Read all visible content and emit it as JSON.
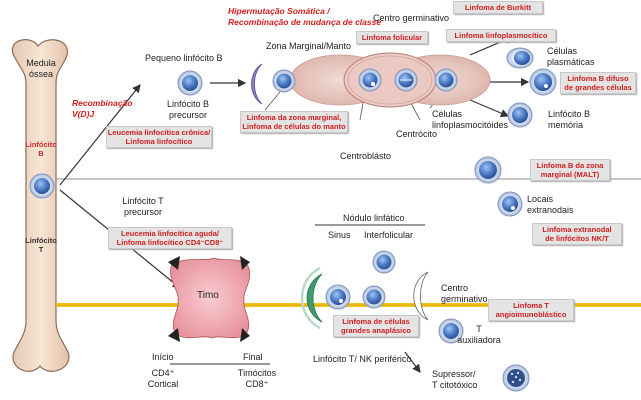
{
  "colors": {
    "box_text": "#d21e1e",
    "box_bg": "#e4e4e4",
    "bone": "#f1dac6",
    "cell_blue": "#3b67b5",
    "capsule": "#e9c9c2",
    "thymus": "#f3b1b8",
    "gold_line": "#f1c21b",
    "purple_cap": "#8a7fbf",
    "green_cap": "#3f9a6f"
  },
  "bone": {
    "title_line1": "Medula",
    "title_line2": "óssea",
    "label_b_line1": "Linfócito",
    "label_b_line2": "B",
    "label_t_line1": "Linfócito",
    "label_t_line2": "T"
  },
  "recombination": {
    "line1": "Recombinação",
    "line2": "V(D)J"
  },
  "hypermutation": {
    "line1": "Hipermutação Somática /",
    "line2": "Recombinação de mudança de classe"
  },
  "labels": {
    "centro_germinativo_top": "Centro germinativo",
    "pequeno_linfocito_b": "Pequeno linfócito B",
    "zona_marginal_manto": "Zona Marginal/Manto",
    "linfocito_b_precursor_1": "Linfócito B",
    "linfocito_b_precursor_2": "precursor",
    "celulas_plasmaticas_1": "Células",
    "celulas_plasmaticas_2": "plasmáticas",
    "celulas_linfoplasmocitoides_1": "Células",
    "celulas_linfoplasmocitoides_2": "linfoplasmocitóides",
    "centrocito": "Centrócito",
    "centroblasto": "Centroblásto",
    "linfocito_b_memoria_1": "Linfócito B",
    "linfocito_b_memoria_2": "memória",
    "locais_extranodais_1": "Locais",
    "locais_extranodais_2": "extranodais",
    "linfocito_t_precursor_1": "Linfócito T",
    "linfocito_t_precursor_2": "precursor",
    "nodulo_linfatico": "Nódulo linfático",
    "sinus": "Sinus",
    "interfolicular": "Interfolicular",
    "timo": "Timo",
    "centro_germinativo_bottom_1": "Centro",
    "centro_germinativo_bottom_2": "germinativo",
    "t_auxiliadora_1": "T",
    "t_auxiliadora_2": "auxiliadora",
    "inicio": "Início",
    "final": "Final",
    "cd4_cortical_1": "CD4⁺",
    "cd4_cortical_2": "Cortical",
    "timocitos_cd8_1": "Timócitos",
    "timocitos_cd8_2": "CD8⁺",
    "linfocito_t_nk": "Linfócito T/ NK periférico",
    "supressor_1": "Supressor/",
    "supressor_2": "T citotóxico"
  },
  "boxes": {
    "burkitt": "Linfoma de Burkitt",
    "folicular": "Linfoma folicular",
    "linfoplasmocitico": "Linfoma linfoplasmocítico",
    "difuso_1": "Linfoma B difuso",
    "difuso_2": "de grandes células",
    "zona_marginal_1": "Linfoma da zona marginal,",
    "zona_marginal_2": "Linfoma  de células do manto",
    "leucemia_cronica_1": "Leucemia linfocítica crônica/",
    "leucemia_cronica_2": "Linfoma linfocítico",
    "malt_1": "Linfoma B da zona",
    "malt_2": "marginal (MALT)",
    "leucemia_aguda_1": "Leucemia linfocítica aguda/",
    "leucemia_aguda_2": "Linfoma linfocítico CD4⁻CD8⁻",
    "extranodal_1": "Linfoma extranodal",
    "extranodal_2": "de linfócitos NK/T",
    "anaplasico_1": "Linfoma de células",
    "anaplasico_2": "grandes anaplásico",
    "angioimuno_1": "Linfoma T",
    "angioimuno_2": "angioimunoblástico"
  }
}
